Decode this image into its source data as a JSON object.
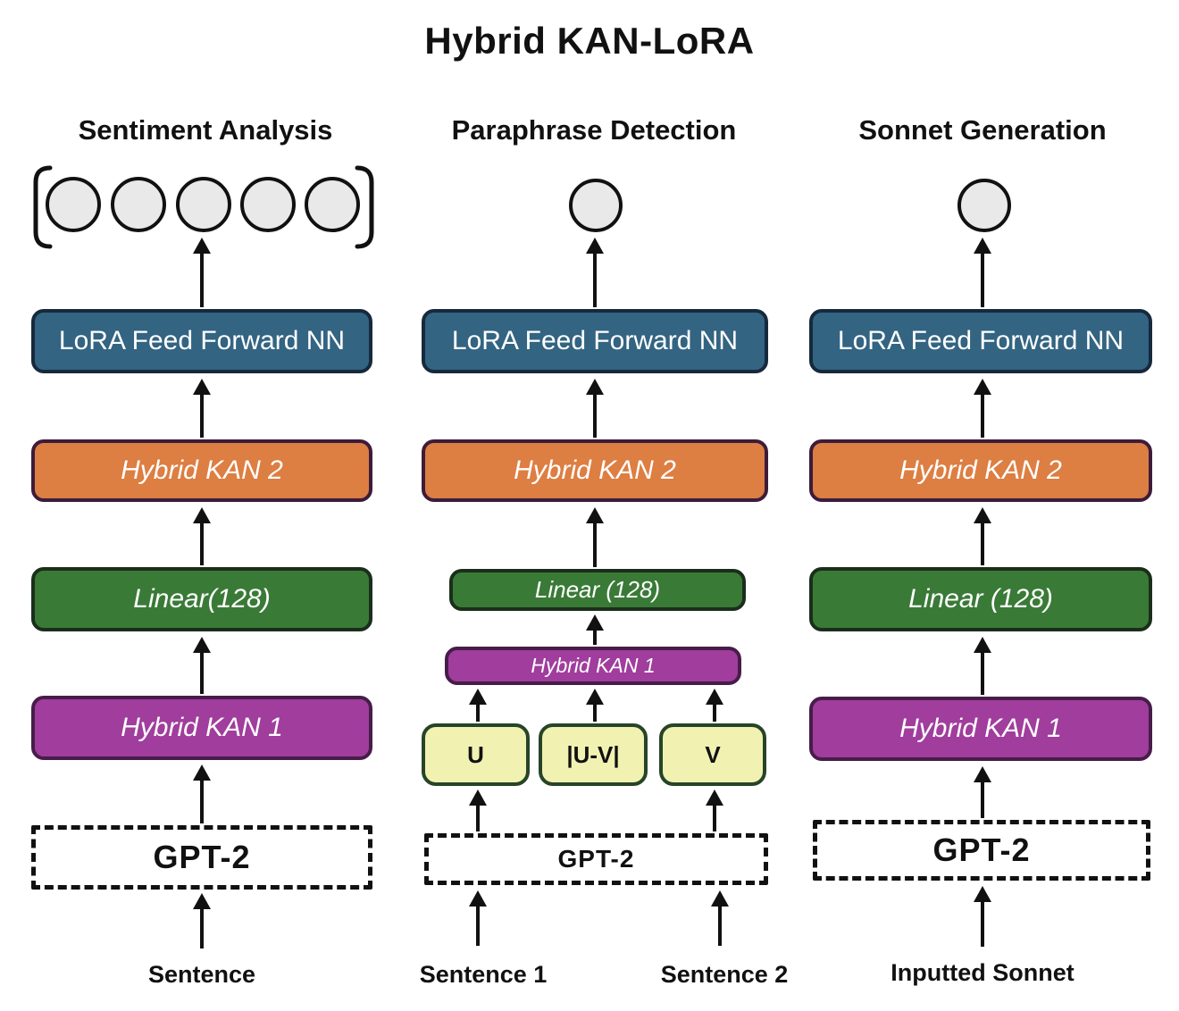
{
  "title": "Hybrid KAN-LoRA",
  "colors": {
    "box_blue": "#336482",
    "box_blue_border": "#17293d",
    "box_orange": "#dd7e42",
    "box_orange_border": "#3c1c3a",
    "box_green": "#3a7a37",
    "box_green_border": "#1b2e1b",
    "box_purple": "#a03d9d",
    "box_purple_border": "#471d49",
    "box_yellow": "#f1f1b2",
    "box_yellow_border": "#274427",
    "node_fill": "#e9e9e9",
    "line": "#111111"
  },
  "columns": [
    {
      "header": "Sentiment Analysis",
      "output_nodes": 5,
      "boxes": {
        "lora": "LoRA Feed Forward NN",
        "kan2": "Hybrid KAN 2",
        "linear": "Linear(128)",
        "kan1": "Hybrid KAN 1",
        "gpt2": "GPT-2"
      },
      "input_label": "Sentence"
    },
    {
      "header": "Paraphrase Detection",
      "output_nodes": 1,
      "boxes": {
        "lora": "LoRA Feed Forward NN",
        "kan2": "Hybrid KAN 2",
        "linear": "Linear (128)",
        "kan1": "Hybrid KAN 1",
        "u": "U",
        "uv": "|U-V|",
        "v": "V",
        "gpt2": "GPT-2"
      },
      "input_labels": [
        "Sentence 1",
        "Sentence 2"
      ]
    },
    {
      "header": "Sonnet Generation",
      "output_nodes": 1,
      "boxes": {
        "lora": "LoRA Feed Forward NN",
        "kan2": "Hybrid KAN 2",
        "linear": "Linear (128)",
        "kan1": "Hybrid KAN 1",
        "gpt2": "GPT-2"
      },
      "input_label": "Inputted Sonnet"
    }
  ]
}
